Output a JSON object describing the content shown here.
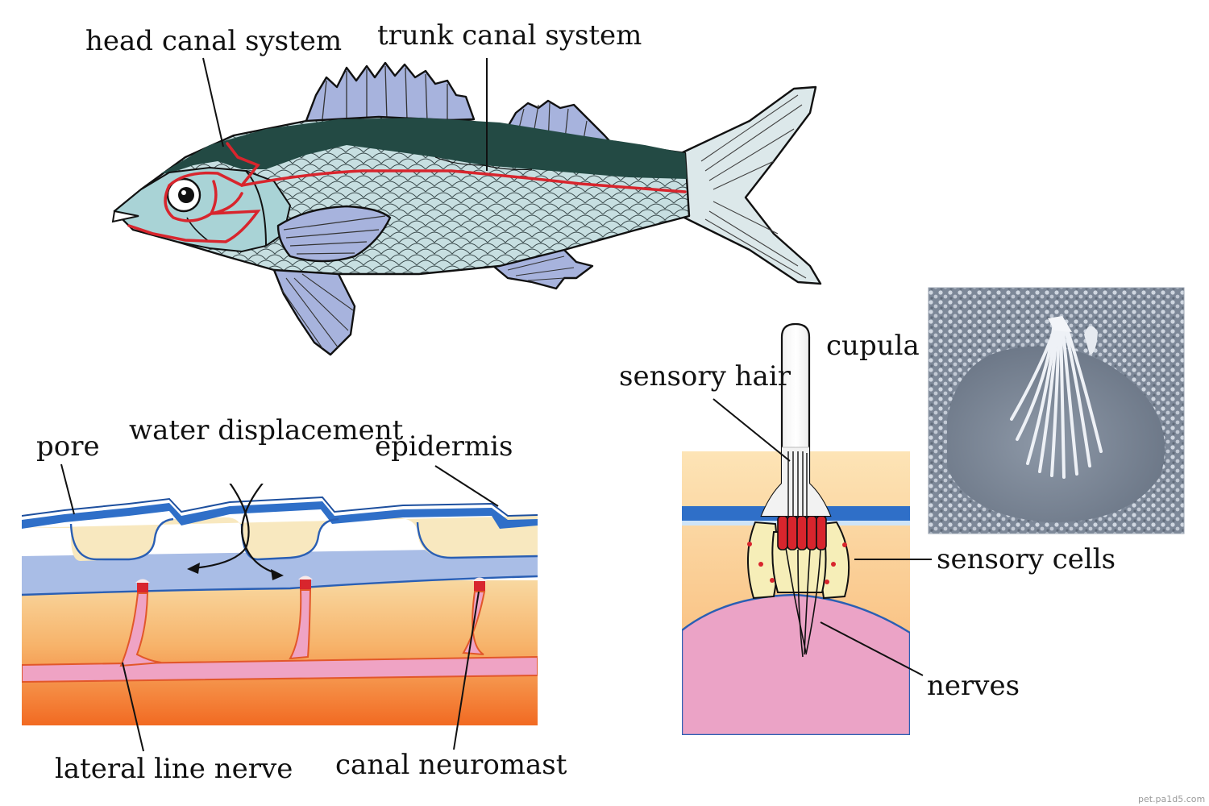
{
  "diagram": {
    "fish": {
      "labels": {
        "head_canal": "head canal system",
        "trunk_canal": "trunk canal system"
      }
    },
    "section": {
      "labels": {
        "pore": "pore",
        "water_displacement": "water displacement",
        "epidermis": "epidermis",
        "lateral_line_nerve": "lateral line nerve",
        "canal_neuromast": "canal neuromast"
      }
    },
    "neuromast": {
      "labels": {
        "cupula": "cupula",
        "sensory_hair": "sensory hair",
        "sensory_cells": "sensory cells",
        "nerves": "nerves"
      }
    },
    "watermark": "pet.pa1d5.com"
  },
  "colors": {
    "canal_red": "#d8252d",
    "fish_back": "#234a44",
    "fish_body": "#c7dfe1",
    "fin": "#a7b3dd",
    "epidermis_blue": "#2f6fc8",
    "canal_fill": "#a9bde6",
    "dermis_cream": "#f8e8bf",
    "tissue_orange": "#f59a4a",
    "nerve_pink": "#efa3c4",
    "base_pink": "#eba3c6"
  }
}
